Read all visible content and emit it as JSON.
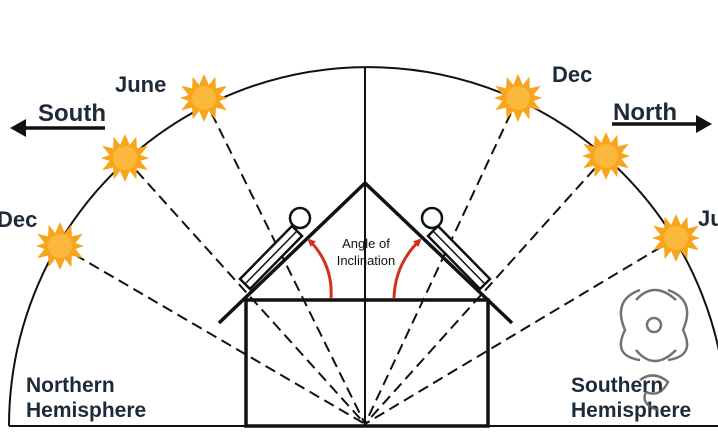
{
  "labels": {
    "june_left": "June",
    "dec_right": "Dec",
    "dec_left": "Dec",
    "june_right": "Ju",
    "south": "South",
    "north": "North",
    "angle_line1": "Angle of",
    "angle_line2": "Inclination",
    "northern_line1": "Northern",
    "northern_line2": "Hemisphere",
    "southern_line1": "Southern",
    "southern_line2": "Hemisphere"
  },
  "colors": {
    "sun_fill": "#f7a51c",
    "sun_core": "#fcb83a",
    "arrow_red": "#d4301f",
    "line": "#111111",
    "text": "#1c2a3a",
    "watermark": "#5a5a5a"
  },
  "icons": {
    "sun": "sun-icon",
    "watermark": "logo-watermark-icon"
  }
}
